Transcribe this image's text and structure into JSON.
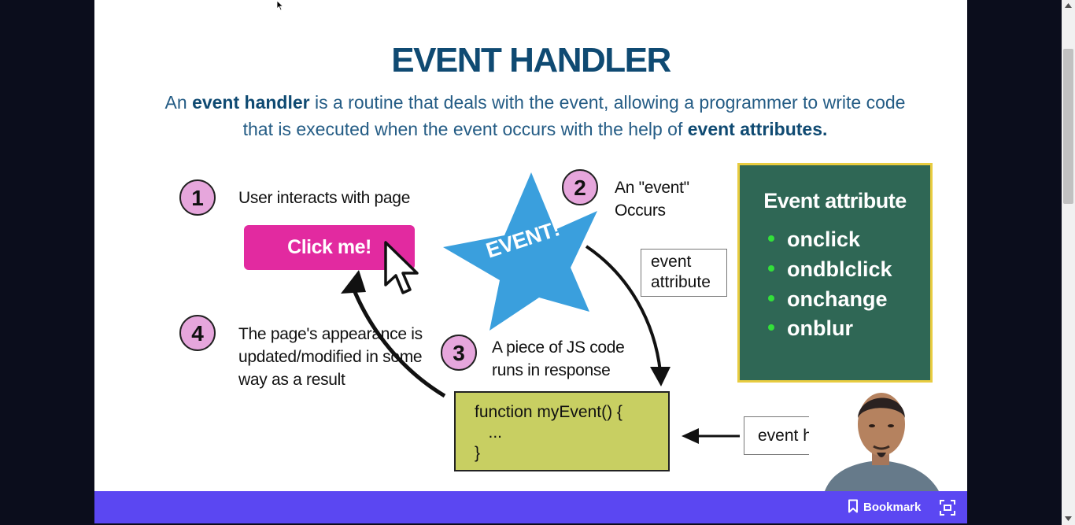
{
  "slide": {
    "title": "EVENT HANDLER",
    "description": {
      "part1": "An ",
      "bold1": "event handler",
      "part2": " is a routine that deals with the event, allowing a programmer to write code that is executed when the event occurs with the help of ",
      "bold2": "event attributes."
    },
    "steps": [
      {
        "number": "1",
        "text": "User interacts with page"
      },
      {
        "number": "2",
        "text": "An \"event\" Occurs"
      },
      {
        "number": "3",
        "text": "A piece of  JS code runs in response"
      },
      {
        "number": "4",
        "text": "The page's appearance is updated/modified in some way as a result"
      }
    ],
    "click_button_label": "Click me!",
    "star_label": "EVENT!",
    "event_attribute_label": "event attribute",
    "code_lines": [
      "function myEvent() {",
      "   ...",
      "}"
    ],
    "event_handler_label": "event handl",
    "board": {
      "title": "Event attribute",
      "items": [
        "onclick",
        "ondblclick",
        "onchange",
        "onblur"
      ]
    },
    "colors": {
      "title": "#0f4a72",
      "click_button": "#e22aa0",
      "star": "#3a9fdd",
      "code_box": "#c8cf62",
      "board": "#2f6755",
      "board_border": "#e8cc40",
      "bullet": "#33e03a"
    }
  },
  "bottom_bar": {
    "bookmark_label": "Bookmark",
    "bookmark_icon": "bookmark-icon",
    "fullscreen_icon": "fullscreen-icon",
    "color": "#5b47f2"
  }
}
